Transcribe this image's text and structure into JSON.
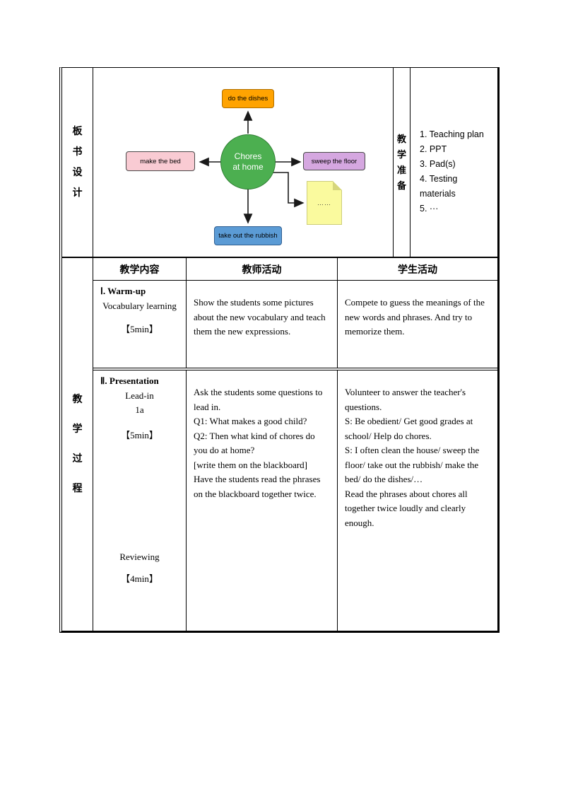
{
  "board": {
    "label": "板书设计",
    "diagram": {
      "center_line1": "Chores",
      "center_line2": "at home",
      "node_top": "do the dishes",
      "node_left": "make the bed",
      "node_right": "sweep the floor",
      "node_bottom": "take out the rubbish",
      "note_text": "……",
      "colors": {
        "center": "#4caf50",
        "top": "#ffa301",
        "left": "#f9cbd3",
        "right": "#d5a7e0",
        "bottom": "#5b9bd5",
        "note": "#fafa9e"
      }
    }
  },
  "prep": {
    "label": "教学准备",
    "items": [
      "1. Teaching plan",
      "2. PPT",
      "3. Pad(s)",
      "4. Testing materials",
      "5. ···"
    ]
  },
  "process": {
    "label": "教学过程",
    "headers": {
      "content": "教学内容",
      "teacher": "教师活动",
      "student": "学生活动"
    },
    "warmup": {
      "title": "Ⅰ. Warm-up",
      "subtitle": "Vocabulary learning",
      "time": "【5min】",
      "teacher": "Show the students some pictures about the new vocabulary and teach them the new expressions.",
      "student": "Compete to guess the meanings of the new words and phrases. And try to memorize them."
    },
    "presentation": {
      "title": "Ⅱ. Presentation",
      "lead_in": "Lead-in",
      "activity": "1a",
      "time": "【5min】",
      "teacher_p1": "Ask the students some questions to lead in.",
      "teacher_q1": "Q1: What makes a good child?",
      "teacher_q2": "Q2: Then what kind of chores do you do at home?",
      "teacher_note": "[write them on the blackboard]",
      "student_p1": "Volunteer to answer the teacher's questions.",
      "student_p2": "S: Be obedient/ Get good grades at school/ Help do chores.",
      "student_p3": "S: I often clean the house/ sweep the floor/ take out the rubbish/ make the bed/ do the dishes/…"
    },
    "reviewing": {
      "title": "Reviewing",
      "time": "【4min】",
      "teacher": "Have the students read the phrases on the blackboard together twice.",
      "student": "Read the phrases about chores all together twice loudly and clearly enough."
    }
  }
}
